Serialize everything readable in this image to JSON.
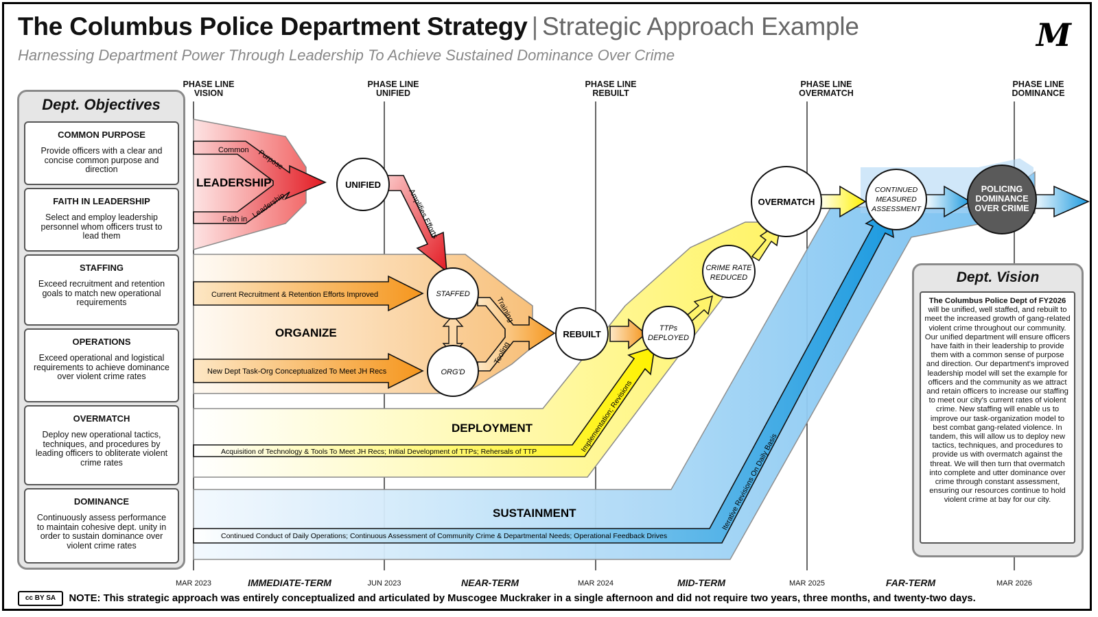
{
  "header": {
    "title_main": "The Columbus Police Department Strategy",
    "title_separator": "|",
    "title_sub": "Strategic Approach Example",
    "subtitle": "Harnessing Department Power Through Leadership To Achieve Sustained Dominance Over Crime",
    "logo": "M"
  },
  "phase_lines": [
    {
      "label_1": "PHASE LINE",
      "label_2": "VISION",
      "date": "MAR 2023"
    },
    {
      "label_1": "PHASE LINE",
      "label_2": "UNIFIED",
      "date": "JUN 2023"
    },
    {
      "label_1": "PHASE LINE",
      "label_2": "REBUILT",
      "date": "MAR 2024"
    },
    {
      "label_1": "PHASE LINE",
      "label_2": "OVERMATCH",
      "date": "MAR 2025"
    },
    {
      "label_1": "PHASE LINE",
      "label_2": "DOMINANCE",
      "date": "MAR 2026"
    }
  ],
  "terms": [
    "IMMEDIATE-TERM",
    "NEAR-TERM",
    "MID-TERM",
    "FAR-TERM"
  ],
  "objectives": {
    "title": "Dept. Objectives",
    "items": [
      {
        "heading": "COMMON PURPOSE",
        "text": "Provide officers with a clear and concise common purpose and direction"
      },
      {
        "heading": "FAITH IN LEADERSHIP",
        "text": "Select and employ leadership personnel whom officers trust to lead them"
      },
      {
        "heading": "STAFFING",
        "text": "Exceed recruitment and retention goals to match new operational requirements"
      },
      {
        "heading": "OPERATIONS",
        "text": "Exceed operational and logistical requirements to achieve dominance over violent crime rates"
      },
      {
        "heading": "OVERMATCH",
        "text": "Deploy new operational tactics, techniques, and procedures by leading officers to obliterate violent crime rates"
      },
      {
        "heading": "DOMINANCE",
        "text": "Continuously assess performance to maintain cohesive dept. unity in order to sustain dominance over violent crime rates"
      }
    ]
  },
  "lines_of_effort": {
    "leadership": {
      "label": "LEADERSHIP",
      "arrow_common": "Common",
      "arrow_common_tail": "Purpose",
      "arrow_faith": "Faith in",
      "arrow_faith_tail": "Leadership"
    },
    "organize": {
      "label": "ORGANIZE",
      "arrow_recruit": "Current Recruitment & Retention Efforts Improved",
      "arrow_taskorg": "New Dept Task-Org Conceptualized To Meet JH Recs",
      "training": "Training",
      "tooling": "Tooling"
    },
    "deployment": {
      "label": "DEPLOYMENT",
      "arrow_text": "Acquisition of Technology & Tools To Meet JH Recs; Initial Development of TTPs; Rehersals of TTP",
      "diag_text": "Implementation; Revisions"
    },
    "sustainment": {
      "label": "SUSTAINMENT",
      "arrow_text": "Continued Conduct of Daily Operations; Continuous Assessment of Community Crime & Departmental Needs; Operational Feedback Drives",
      "diag_text": "Iterative Revisions On Daily Basis"
    },
    "amplifies": "Amplifies Efforts"
  },
  "nodes": {
    "unified": "UNIFIED",
    "staffed": "STAFFED",
    "orgd": "ORG'D",
    "rebuilt": "REBUILT",
    "ttps_1": "TTPs",
    "ttps_2": "DEPLOYED",
    "crime_1": "CRIME RATE",
    "crime_2": "REDUCED",
    "overmatch": "OVERMATCH",
    "cma_1": "CONTINUED",
    "cma_2": "MEASURED",
    "cma_3": "ASSESSMENT",
    "policing_1": "POLICING",
    "policing_2": "DOMINANCE",
    "policing_3": "OVER CRIME"
  },
  "vision": {
    "title": "Dept. Vision",
    "lead_bold": "The Columbus Police Dept of FY2026",
    "body": " will be unified, well staffed, and rebuilt to meet the increased growth of gang-related violent crime throughout our community. Our unified department will ensure officers have faith in their leadership to provide them with a common sense of purpose and direction. Our department's improved leadership model will set the example for officers and the community as we attract and retain officers to increase our staffing to meet our city's current rates of violent crime. New staffing will enable us to improve our task-organization model to best combat gang-related violence. In tandem, this will allow us to deploy new tactics, techniques, and procedures to provide us with overmatch against the threat. We will then turn that overmatch into complete and utter dominance over crime  through constant assessment, ensuring our resources continue to hold violent crime at bay for our city."
  },
  "footer": {
    "license_badge": "cc BY SA",
    "note": "NOTE: This strategic approach was entirely conceptualized and articulated by Muscogee Muckraker in a single afternoon and did not require two years, three months, and twenty-two days."
  },
  "colors": {
    "leadership_red": "#ee1c24",
    "organize_orange": "#f7941d",
    "deployment_yellow": "#fff200",
    "sustainment_blue": "#1e9be0",
    "dominance_node": "#5a5a5a"
  }
}
